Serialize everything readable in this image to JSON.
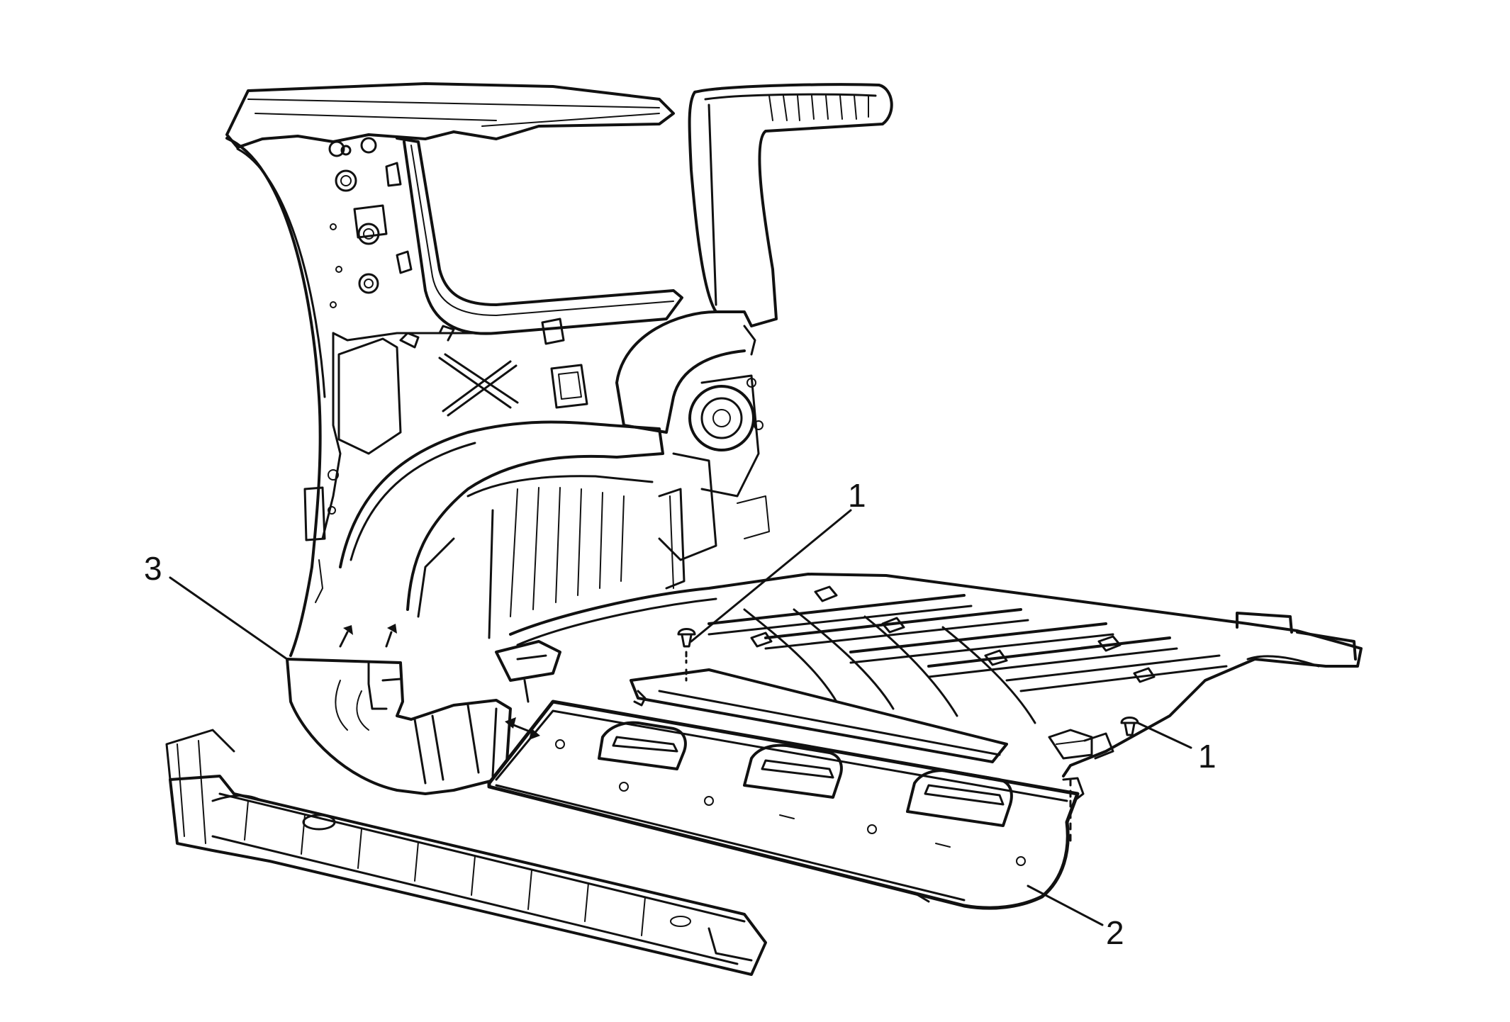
{
  "callouts": [
    {
      "id": "fastener-1-center",
      "label": "1"
    },
    {
      "id": "fastener-1-right",
      "label": "1"
    },
    {
      "id": "rear-scuff-panel",
      "label": "2"
    },
    {
      "id": "wheelhouse-trim",
      "label": "3"
    }
  ],
  "colors": {
    "line": "#111111",
    "background": "#ffffff"
  }
}
